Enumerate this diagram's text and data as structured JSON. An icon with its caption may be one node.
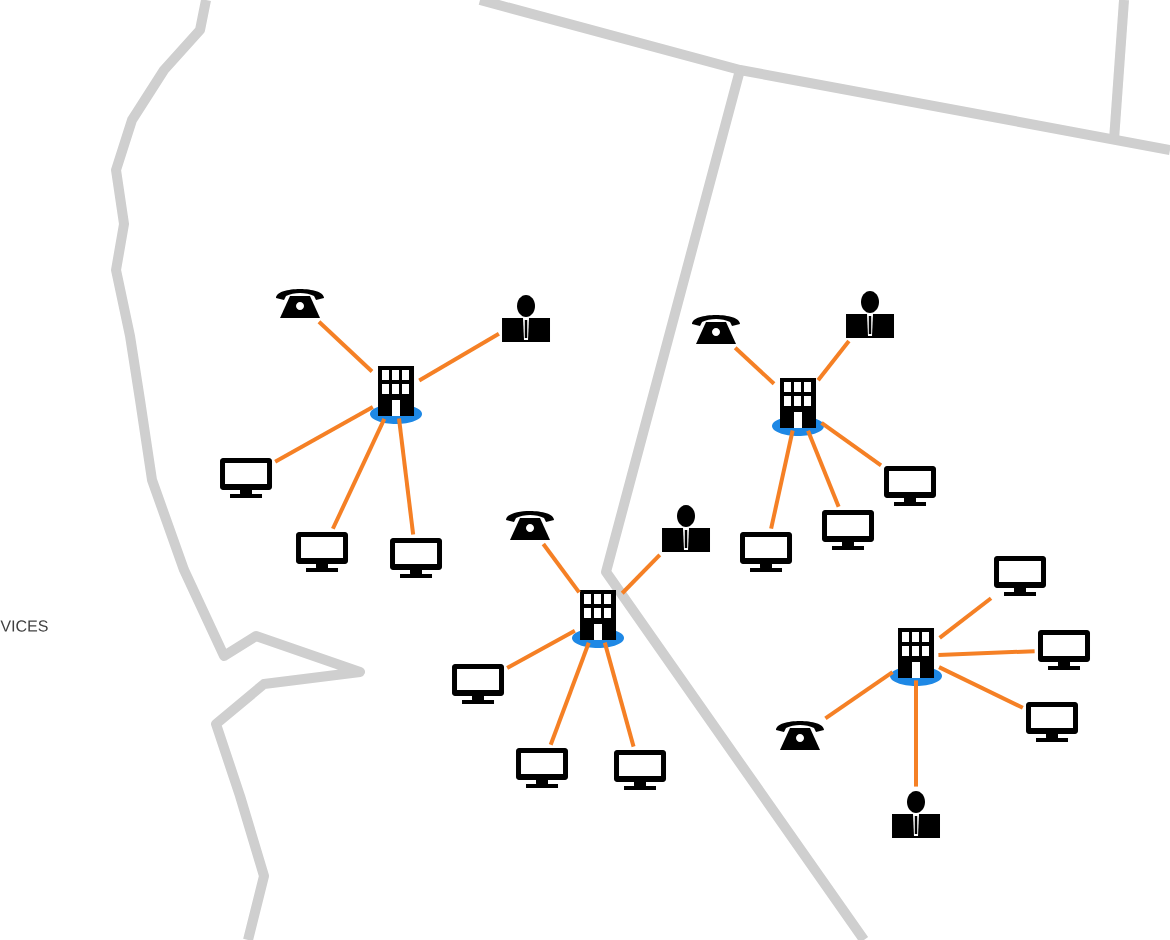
{
  "diagram": {
    "nodes": [
      {
        "text": [],
        "shape": "building"
      },
      {
        "text": [],
        "shape": "phone"
      },
      {
        "text": [],
        "shape": "person"
      },
      {
        "text": [],
        "shape": "monitor"
      },
      {
        "text": [],
        "shape": "monitor"
      },
      {
        "text": [],
        "shape": "monitor"
      },
      {
        "text": [],
        "shape": "building"
      },
      {
        "text": [],
        "shape": "phone"
      },
      {
        "text": [],
        "shape": "person"
      },
      {
        "text": [],
        "shape": "monitor"
      },
      {
        "text": [],
        "shape": "monitor"
      },
      {
        "text": [],
        "shape": "monitor"
      },
      {
        "text": [],
        "shape": "building"
      },
      {
        "text": [],
        "shape": "phone"
      },
      {
        "text": [],
        "shape": "person"
      },
      {
        "text": [],
        "shape": "monitor"
      },
      {
        "text": [],
        "shape": "monitor"
      },
      {
        "text": [],
        "shape": "monitor"
      },
      {
        "text": [],
        "shape": "building"
      },
      {
        "text": [],
        "shape": "phone"
      },
      {
        "text": [],
        "shape": "person"
      },
      {
        "text": [],
        "shape": "monitor"
      },
      {
        "text": [],
        "shape": "monitor"
      },
      {
        "text": [],
        "shape": "monitor"
      }
    ],
    "edges": [
      {
        "from": 0,
        "to": 1,
        "arrow": "none"
      },
      {
        "from": 0,
        "to": 2,
        "arrow": "none"
      },
      {
        "from": 0,
        "to": 3,
        "arrow": "none"
      },
      {
        "from": 0,
        "to": 4,
        "arrow": "none"
      },
      {
        "from": 0,
        "to": 5,
        "arrow": "none"
      },
      {
        "from": 6,
        "to": 7,
        "arrow": "none"
      },
      {
        "from": 6,
        "to": 8,
        "arrow": "none"
      },
      {
        "from": 6,
        "to": 9,
        "arrow": "none"
      },
      {
        "from": 6,
        "to": 10,
        "arrow": "none"
      },
      {
        "from": 6,
        "to": 11,
        "arrow": "none"
      },
      {
        "from": 12,
        "to": 13,
        "arrow": "none"
      },
      {
        "from": 12,
        "to": 14,
        "arrow": "none"
      },
      {
        "from": 12,
        "to": 15,
        "arrow": "none"
      },
      {
        "from": 12,
        "to": 16,
        "arrow": "none"
      },
      {
        "from": 12,
        "to": 17,
        "arrow": "none"
      },
      {
        "from": 18,
        "to": 19,
        "arrow": "none"
      },
      {
        "from": 18,
        "to": 20,
        "arrow": "none"
      },
      {
        "from": 18,
        "to": 21,
        "arrow": "none"
      },
      {
        "from": 18,
        "to": 22,
        "arrow": "none"
      },
      {
        "from": 18,
        "to": 23,
        "arrow": "none"
      }
    ],
    "labels": [
      "VICES"
    ]
  }
}
